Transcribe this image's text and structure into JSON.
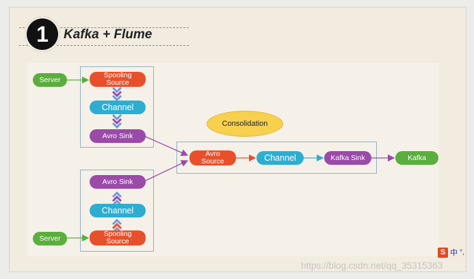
{
  "slide": {
    "number": "1",
    "title": "Kafka + Flume"
  },
  "nodes": {
    "server_top": "Server",
    "spool_top": "Spooling\nSource",
    "channel_top": "Channel",
    "avro_sink_top": "Avro Sink",
    "avro_sink_bottom": "Avro Sink",
    "channel_bottom": "Channel",
    "spool_bottom": "Spooling\nSource",
    "server_bottom": "Server",
    "avro_source": "Avro\nSource",
    "channel_mid": "Channel",
    "kafka_sink": "Kafka Sink",
    "kafka": "Kafka"
  },
  "callout": "Consolidation",
  "watermark": "https://blog.csdn.net/qq_35315363",
  "ime": {
    "logo": "S",
    "label": "中",
    "dots": "°,"
  },
  "colors": {
    "green": "#5aae3d",
    "red": "#e8502b",
    "blue": "#2daed0",
    "purple": "#9a4aa8",
    "callout": "#f7d04e"
  }
}
